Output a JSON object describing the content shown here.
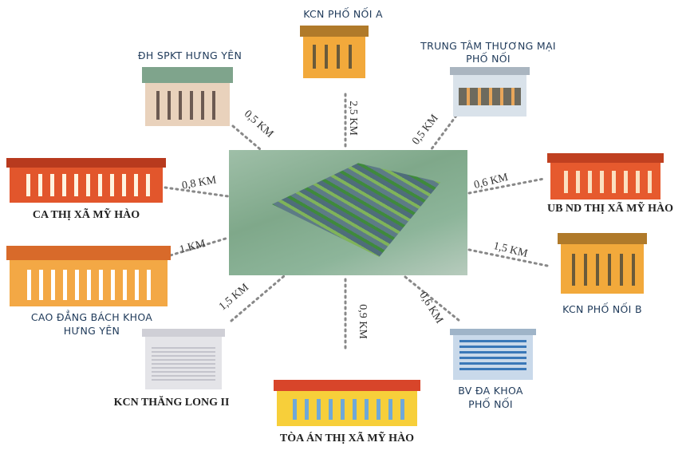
{
  "center": {
    "image": "aerial-view-of-urban-development-project"
  },
  "destinations": [
    {
      "id": "kcn-pho-noi-a",
      "label": "KCN PHỐ NỐI A",
      "distance": "2,5 KM"
    },
    {
      "id": "trung-tam-thuong-mai",
      "label_line1": "TRUNG TÂM THƯƠNG MẠI",
      "label_line2": "PHỐ NỐI",
      "distance": "0,5 KM"
    },
    {
      "id": "dh-spkt",
      "label": "ĐH SPKT HƯNG YÊN",
      "distance": "0,5 KM"
    },
    {
      "id": "ca-thi-xa",
      "label": "CA THỊ XÃ MỸ HÀO",
      "distance": "0,8 KM"
    },
    {
      "id": "ubnd",
      "label": "UB ND THỊ XÃ MỸ HÀO",
      "distance": "0,6 KM"
    },
    {
      "id": "cao-dang",
      "label_line1": "CAO ĐẲNG BÁCH KHOA",
      "label_line2": "HƯNG YÊN",
      "distance": "1 KM"
    },
    {
      "id": "kcn-pho-noi-b",
      "label": "KCN PHỐ NỐI B",
      "distance": "1,5 KM"
    },
    {
      "id": "kcn-thang-long",
      "label": "KCN THĂNG LONG II",
      "distance": "1,5 KM"
    },
    {
      "id": "toa-an",
      "label": "TÒA ÁN THỊ XÃ MỸ HÀO",
      "distance": "0,9 KM"
    },
    {
      "id": "bv-da-khoa",
      "label_line1": "BV ĐA KHOA",
      "label_line2": "PHỐ NỐI",
      "distance": "0,6 KM"
    }
  ],
  "colors": {
    "label_blue": "#1f3a5a",
    "connector": "#888888",
    "building_orange": "#f0a43a",
    "building_red": "#e2562c"
  }
}
